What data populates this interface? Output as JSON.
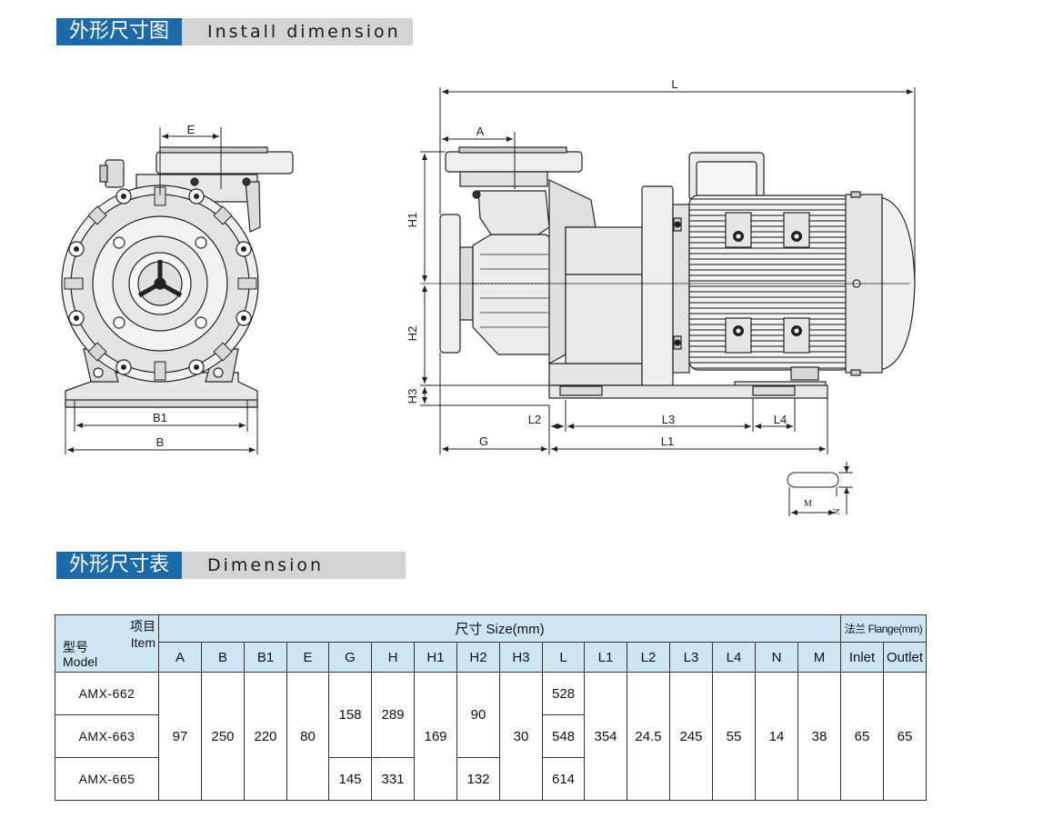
{
  "header_install": {
    "cn": "外形尺寸图",
    "en": "Install dimension"
  },
  "header_dim": {
    "cn": "外形尺寸表",
    "en": "Dimension"
  },
  "drawing_labels": {
    "E": "E",
    "B1": "B1",
    "B": "B",
    "A": "A",
    "L": "L",
    "H1": "H1",
    "H2": "H2",
    "H3": "H3",
    "L2": "L2",
    "L3": "L3",
    "L4": "L4",
    "G": "G",
    "L1": "L1",
    "M": "M",
    "N": "N"
  },
  "table": {
    "corner_item_cn": "项目",
    "corner_item_en": "Item",
    "corner_model_cn": "型号",
    "corner_model_en": "Model",
    "size_header": "尺寸 Size(mm)",
    "flange_header": "法兰 Flange(mm)",
    "columns": [
      "A",
      "B",
      "B1",
      "E",
      "G",
      "H",
      "H1",
      "H2",
      "H3",
      "L",
      "L1",
      "L2",
      "L3",
      "L4",
      "N",
      "M",
      "Inlet",
      "Outlet"
    ],
    "models": [
      "AMX-662",
      "AMX-663",
      "AMX-665"
    ],
    "A": "97",
    "B": "250",
    "B1": "220",
    "E": "80",
    "G_662_663": "158",
    "G_665": "145",
    "H_662_663": "289",
    "H_665": "331",
    "H1": "169",
    "H2_662_663": "90",
    "H2_665": "132",
    "H3": "30",
    "L": [
      "528",
      "548",
      "614"
    ],
    "L1": "354",
    "L2": "24.5",
    "L3": "245",
    "L4": "55",
    "N": "14",
    "M": "38",
    "Inlet": "65",
    "Outlet": "65"
  }
}
